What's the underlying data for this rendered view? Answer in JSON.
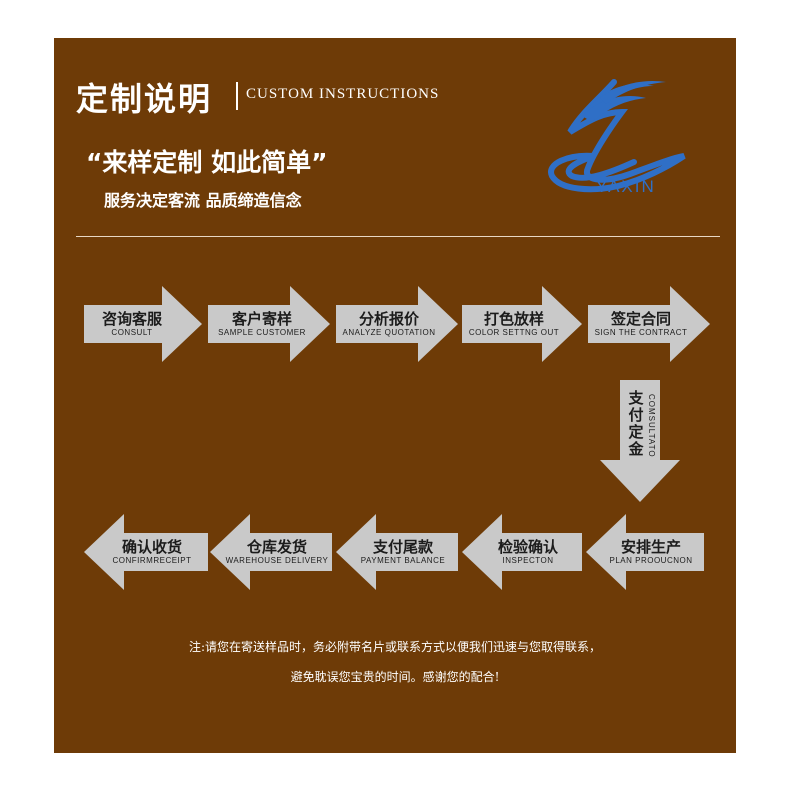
{
  "header": {
    "title_cn": "定制说明",
    "title_en": "CUSTOM INSTRUCTIONS",
    "slogan": "“来样定制 如此简单”",
    "subslogan": "服务决定客流 品质缔造信念"
  },
  "logo": {
    "text": "YAXIN",
    "color": "#2f6fc6"
  },
  "colors": {
    "background": "#6e3b07",
    "arrow": "#c9c9c9",
    "text_dark": "#1c1c1c"
  },
  "steps_row1": [
    {
      "cn": "咨询客服",
      "en": "CONSULT"
    },
    {
      "cn": "客户寄样",
      "en": "SAMPLE CUSTOMER"
    },
    {
      "cn": "分析报价",
      "en": "ANALYZE QUOTATION"
    },
    {
      "cn": "打色放样",
      "en": "COLOR SETTNG OUT"
    },
    {
      "cn": "签定合同",
      "en": "SIGN THE CONTRACT"
    }
  ],
  "step_down": {
    "cn": "支付定金",
    "en": "COMSULTATO"
  },
  "steps_row2": [
    {
      "cn": "确认收货",
      "en": "CONFIRMRECEIPT"
    },
    {
      "cn": "仓库发货",
      "en": "WAREHOUSE DELIVERY"
    },
    {
      "cn": "支付尾款",
      "en": "PAYMENT BALANCE"
    },
    {
      "cn": "检验确认",
      "en": "INSPECTON"
    },
    {
      "cn": "安排生产",
      "en": "PLAN PROOUCNON"
    }
  ],
  "note": {
    "line1": "注:请您在寄送样品时，务必附带名片或联系方式以便我们迅速与您取得联系，",
    "line2": "避免耽误您宝贵的时间。感谢您的配合!"
  }
}
